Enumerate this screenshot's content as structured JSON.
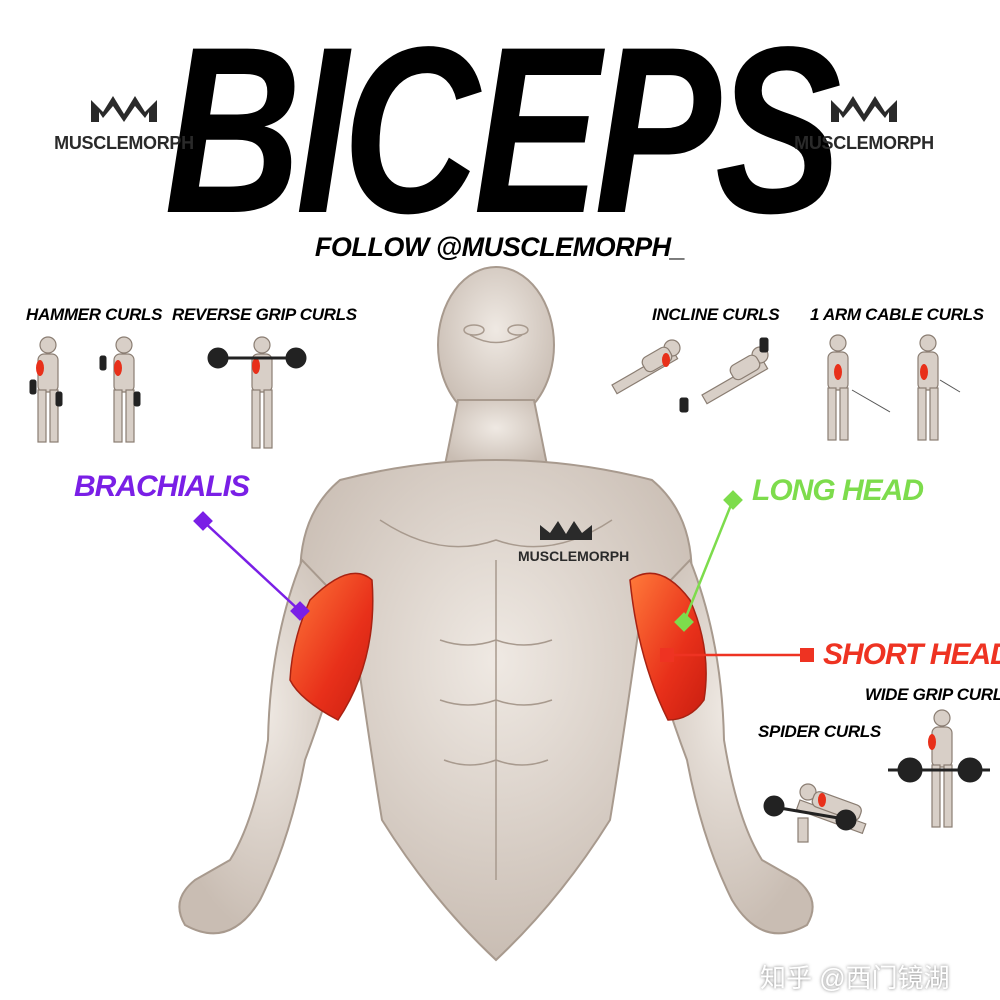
{
  "title": "BICEPS",
  "follow": "FOLLOW @MUSCLEMORPH_",
  "brand": "MUSCLEMORPH",
  "exercises": {
    "hammer_curls": "HAMMER CURLS",
    "reverse_grip_curls": "REVERSE GRIP CURLS",
    "incline_curls": "INCLINE CURLS",
    "one_arm_cable_curls": "1 ARM CABLE CURLS",
    "spider_curls": "SPIDER CURLS",
    "wide_grip_curls": "WIDE GRIP CURLS"
  },
  "muscles": {
    "brachialis": {
      "label": "BRACHIALIS",
      "color": "#7a1fe6"
    },
    "long_head": {
      "label": "LONG HEAD",
      "color": "#7ddc4c"
    },
    "short_head": {
      "label": "SHORT HEAD",
      "color": "#ee3322"
    }
  },
  "watermark": "知乎 @西门镜湖"
}
